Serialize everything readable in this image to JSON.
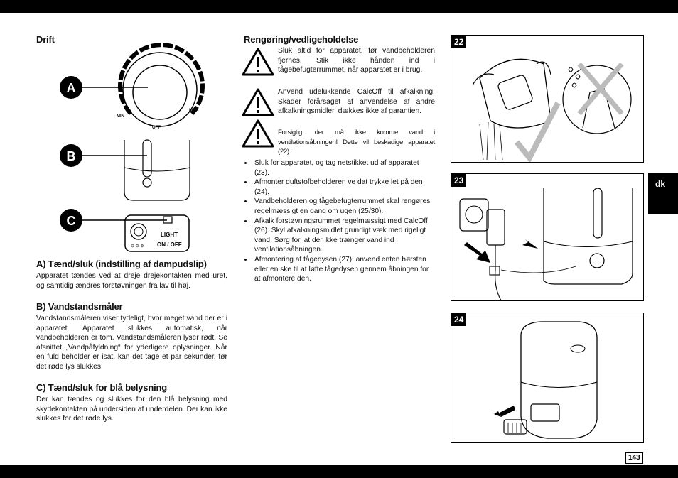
{
  "left": {
    "title": "Drift",
    "diagram_labels": {
      "a": "A",
      "b": "B",
      "c": "C",
      "min": "MIN",
      "off": "OFF",
      "max": "MAX",
      "light": "LIGHT",
      "on_off": "ON / OFF"
    },
    "section_a": {
      "heading": "A) Tænd/sluk (indstilling af dampudslip)",
      "body": "Apparatet tændes ved at dreje drejekontakten med uret, og samtidig ændres forstøvningen fra lav til høj."
    },
    "section_b": {
      "heading": "B) Vandstandsmåler",
      "body": "Vandstandsmåleren viser tydeligt, hvor meget vand der er i apparatet. Apparatet slukkes automatisk, når vandbeholderen er tom. Vandstandsmåleren lyser rødt. Se afsnittet „Vandpåfyldning“ for yderligere oplysninger. Når en fuld beholder er isat, kan det tage et par sekunder, før det røde lys slukkes."
    },
    "section_c": {
      "heading": "C) Tænd/sluk for blå belysning",
      "body": "Der kan tændes og slukkes for den blå belysning med skydekontakten på undersiden af underdelen. Der kan ikke slukkes for det røde lys."
    }
  },
  "middle": {
    "title": "Rengøring/vedligeholdelse",
    "warnings": [
      "Sluk altid for apparatet, før vandbeholderen fjernes. Stik ikke hånden ind i tågebefugterrummet, når apparatet er i brug.",
      "Anvend udelukkende CalcOff til afkalkning. Skader forårsaget af anvendelse af andre afkalkningsmidler, dækkes ikke af garantien.",
      "Forsigtig: der må ikke komme vand i ventilationsåbningen! Dette vil beskadige apparatet (22)."
    ],
    "bullets": [
      "Sluk for apparatet, og tag netstikket ud af apparatet (23).",
      "Afmonter duftstofbeholderen ve dat trykke let på den (24).",
      "Vandbeholderen og tågebefugterrummet skal rengøres regelmæssigt en gang om ugen (25/30).",
      "Afkalk forstøvningsrummet regelmæssigt med CalcOff (26). Skyl afkalkningsmidlet grundigt væk med rigeligt vand. Sørg for, at der ikke trænger vand ind i ventilationsåbningen.",
      "Afmontering af tågedysen (27): anvend enten børsten eller en ske til at løfte tågedysen gennem åbningen for at afmontere den."
    ]
  },
  "figures": {
    "fig22": "22",
    "fig23": "23",
    "fig24": "24"
  },
  "side_tab": "dk",
  "page_number": "143"
}
